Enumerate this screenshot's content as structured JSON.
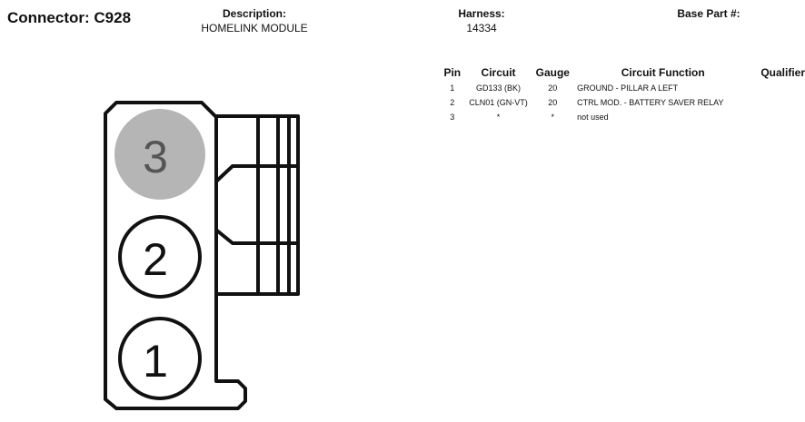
{
  "connector": {
    "title": "Connector: C928"
  },
  "description": {
    "label": "Description:",
    "value": "HOMELINK MODULE"
  },
  "harness": {
    "label": "Harness:",
    "value": "14334"
  },
  "base_part": {
    "label": "Base Part #:",
    "value": ""
  },
  "pin_table": {
    "headers": {
      "pin": "Pin",
      "circuit": "Circuit",
      "gauge": "Gauge",
      "function": "Circuit Function",
      "qualifier": "Qualifier"
    },
    "rows": [
      {
        "pin": "1",
        "circuit": "GD133 (BK)",
        "gauge": "20",
        "function": "GROUND - PILLAR A LEFT",
        "qualifier": ""
      },
      {
        "pin": "2",
        "circuit": "CLN01 (GN-VT)",
        "gauge": "20",
        "function": "CTRL MOD. - BATTERY SAVER RELAY",
        "qualifier": ""
      },
      {
        "pin": "3",
        "circuit": "*",
        "gauge": "*",
        "function": "not used",
        "qualifier": ""
      }
    ]
  },
  "diagram": {
    "pins": [
      {
        "label": "3",
        "state": "unused"
      },
      {
        "label": "2",
        "state": "used"
      },
      {
        "label": "1",
        "state": "used"
      }
    ],
    "colors": {
      "outline": "#111111",
      "unused_fill": "#b5b5b5",
      "unused_text": "#555555"
    }
  }
}
